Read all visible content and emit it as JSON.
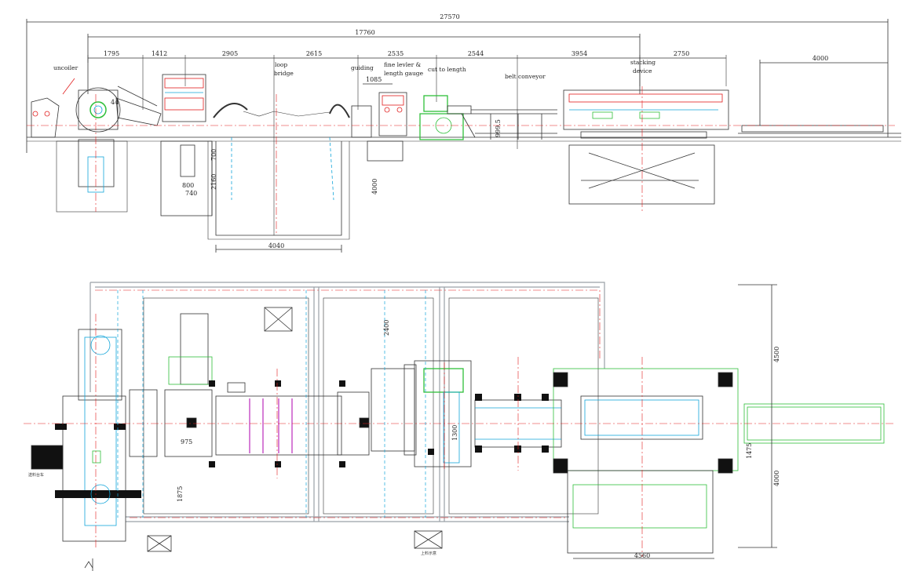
{
  "elevation": {
    "overall_dim": "27570",
    "main_dim": "17760",
    "segment_dims": [
      "1795",
      "1412",
      "2905",
      "2615",
      "2535",
      "2544",
      "3954",
      "2750",
      "4000"
    ],
    "labels": {
      "uncoiler": "uncoiler",
      "loop_bridge_1": "loop",
      "loop_bridge_2": "bridge",
      "guiding": "guiding",
      "fine_leveler_1": "fine levler &",
      "fine_leveler_2": "length gauge",
      "cut_to_length": "cut to length",
      "belt_conveyor": "belt conveyor",
      "stacking_1": "stacking",
      "stacking_2": "device"
    },
    "small_dims": {
      "d1085": "1085",
      "d44": "44",
      "d800": "800",
      "d740": "740",
      "d2160": "2160",
      "d700": "700",
      "d4000v": "4000",
      "d999": "999.5",
      "d4040": "4040"
    }
  },
  "plan": {
    "dims": {
      "d2400": "2400",
      "d975": "975",
      "d1875": "1875",
      "d1300": "1300",
      "d4500": "4500",
      "d1475": "1475",
      "d4000": "4000",
      "d4560": "4560"
    },
    "labels": {
      "feed_table": "送料台车",
      "pit_note": "上料示意"
    }
  },
  "colors": {
    "outline": "#333333",
    "centerline": "#e11d1d",
    "cyan": "#12a5d9",
    "green": "#2fbf3a",
    "magenta": "#c03ac0",
    "grey": "#9aa0a6"
  }
}
